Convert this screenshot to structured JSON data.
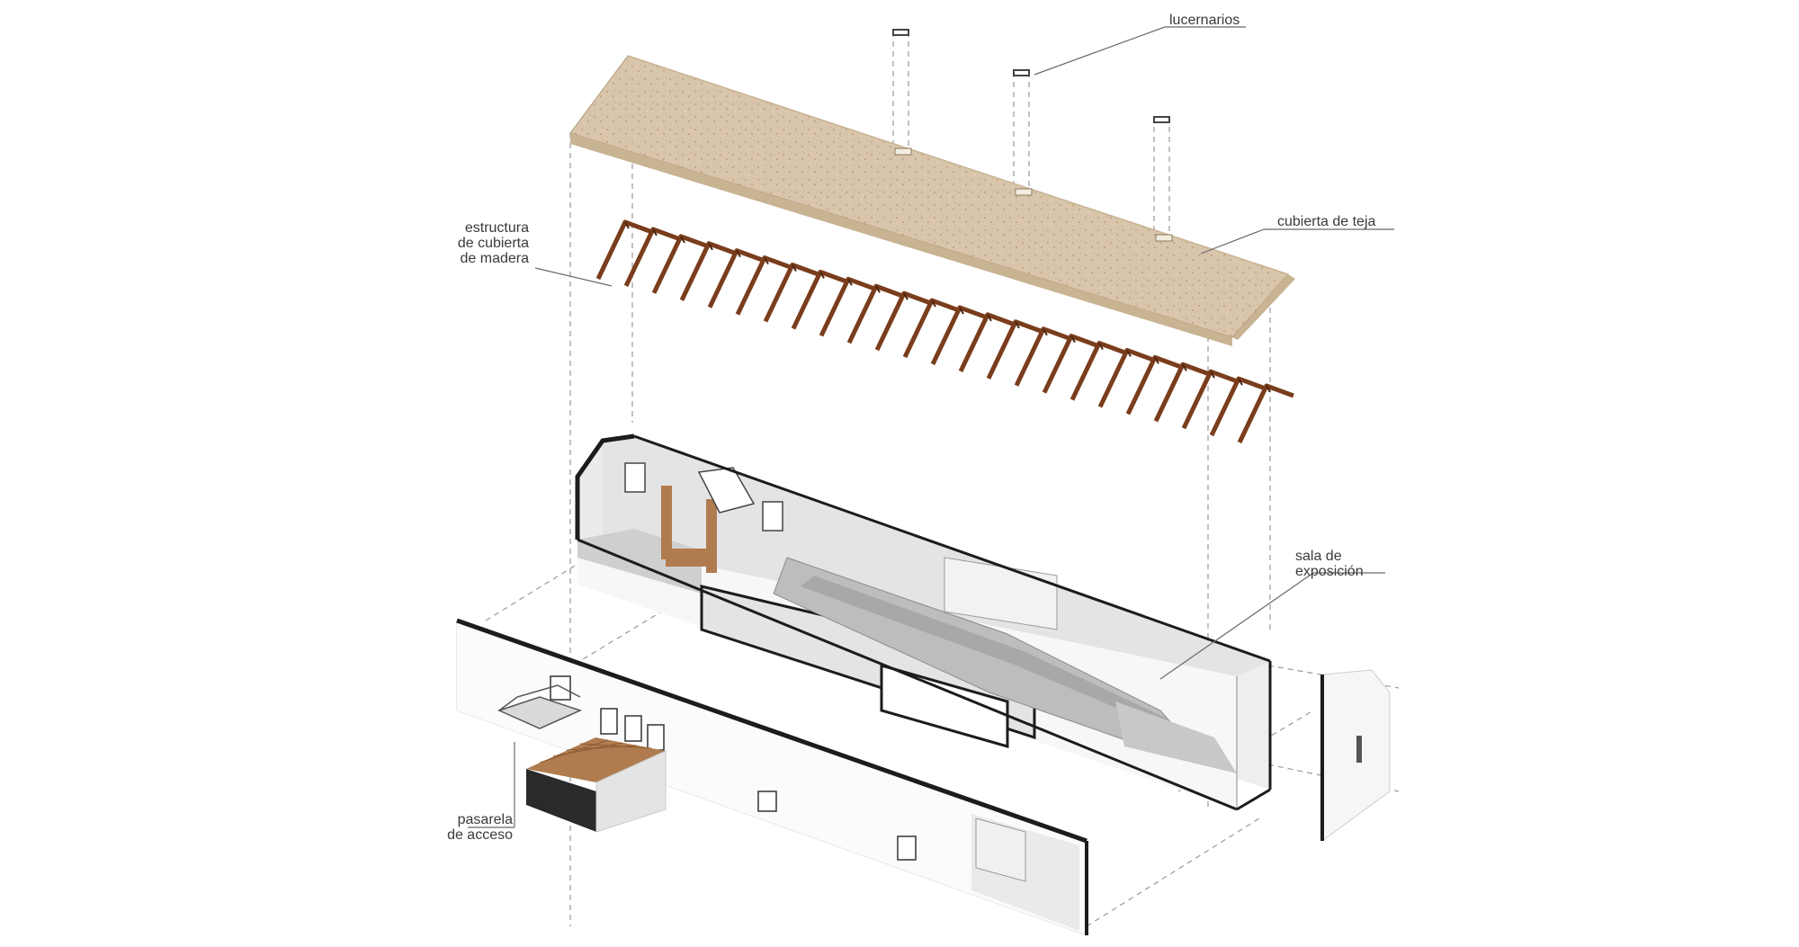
{
  "labels": {
    "lucernarios": [
      "lucernarios"
    ],
    "cubierta_teja": [
      "cubierta de teja"
    ],
    "estructura": [
      "estructura",
      "de cubierta",
      "de madera"
    ],
    "sala": [
      "sala de",
      "exposición"
    ],
    "pasarela": [
      "pasarela",
      "de acceso"
    ]
  },
  "colors": {
    "roof": "#d8c4aa",
    "roof_speckle": "#bfa684",
    "rafter": "#7a3d1c",
    "wall": "#f4f4f4",
    "floor": "#c9c9c9",
    "edge": "#1c1c1c",
    "guide": "#8a8a8a",
    "deck": "#b07c4f"
  }
}
